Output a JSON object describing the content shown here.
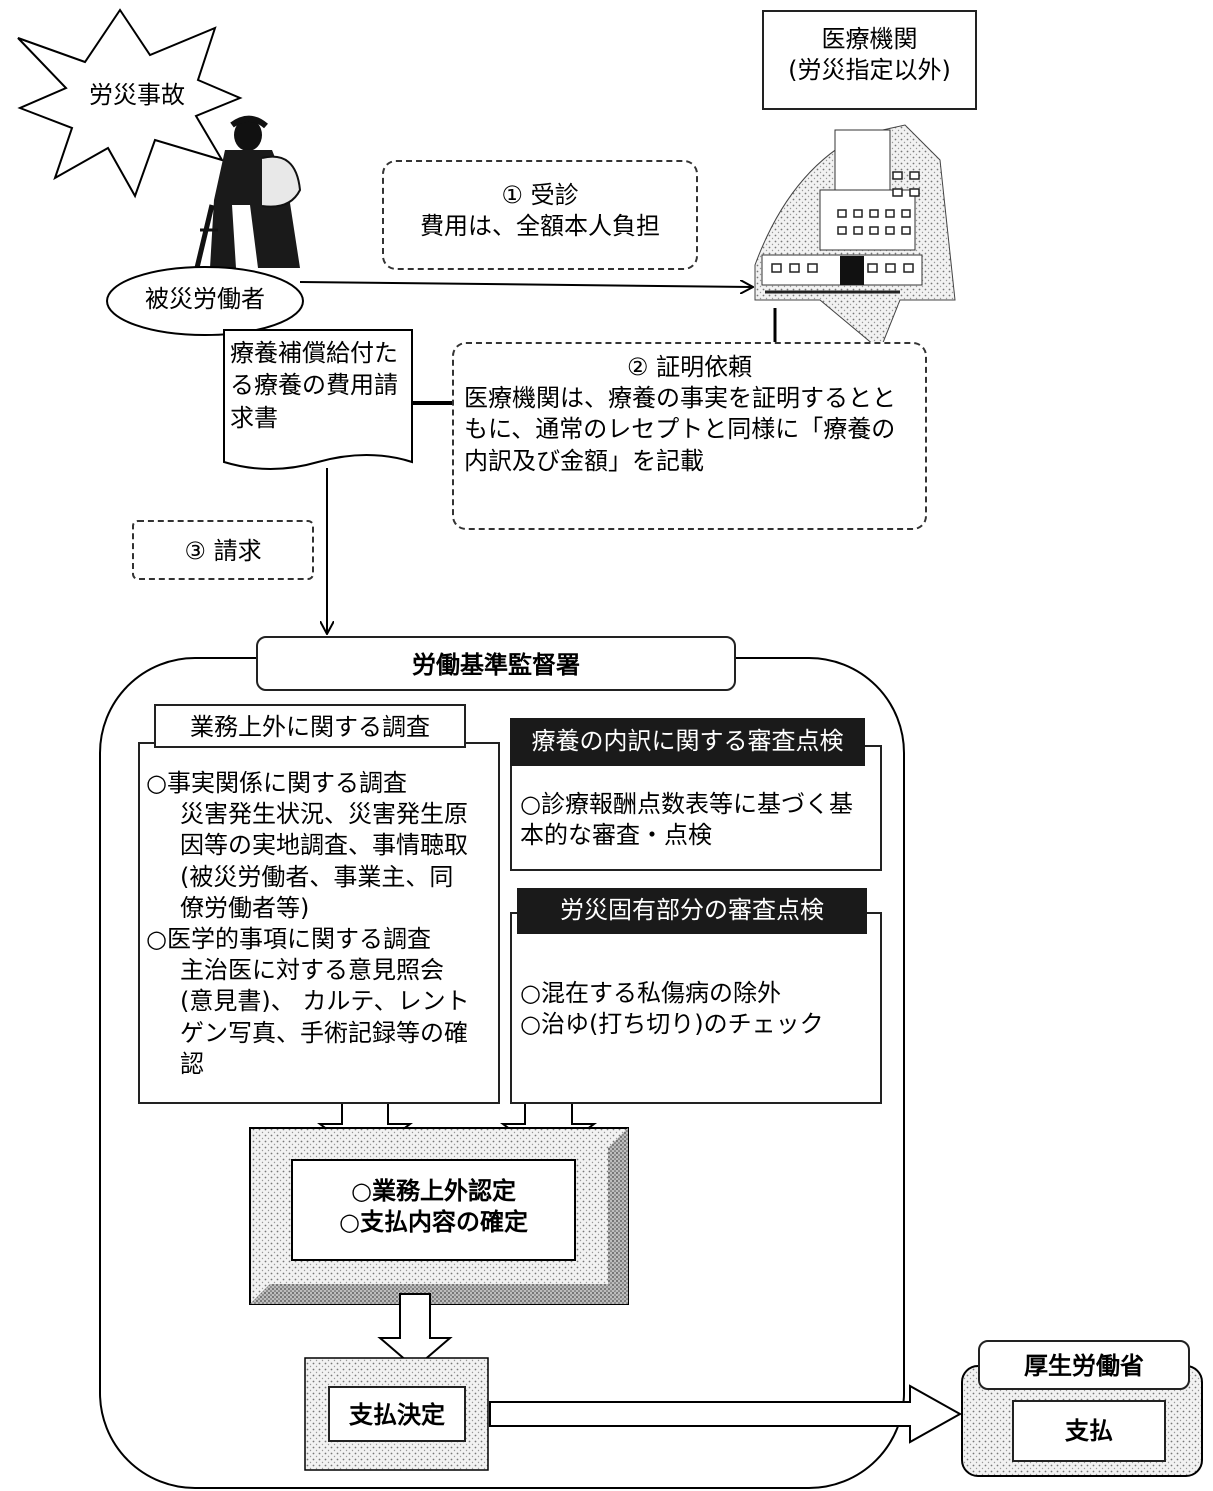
{
  "accident": {
    "label": "労災事故"
  },
  "worker": {
    "label": "被災労働者"
  },
  "hospital": {
    "line1": "医療機関",
    "line2": "(労災指定以外)"
  },
  "step1": {
    "title": "① 受診",
    "text": "費用は、全額本人負担"
  },
  "claim_form": {
    "text": "療養補償給付たる療養の費用請求書"
  },
  "step2": {
    "title": "② 証明依頼",
    "text": "医療機関は、療養の事実を証明するとともに、通常のレセプトと同様に「療養の内訳及び金額」を記載"
  },
  "step3": {
    "title": "③ 請求"
  },
  "office": {
    "title": "労働基準監督署"
  },
  "investigation": {
    "title": "業務上外に関する調査",
    "items": [
      {
        "head": "○事実関係に関する調査",
        "body": "災害発生状況、災害発生原因等の実地調査、事情聴取(被災労働者、事業主、同僚労働者等)"
      },
      {
        "head": "○医学的事項に関する調査",
        "body": "主治医に対する意見照会(意見書)、 カルテ、レントゲン写真、手術記録等の確認"
      }
    ]
  },
  "review1": {
    "title": "療養の内訳に関する審査点検",
    "text": "○診療報酬点数表等に基づく基本的な審査・点検"
  },
  "review2": {
    "title": "労災固有部分の審査点検",
    "items": [
      "○混在する私傷病の除外",
      "○治ゆ(打ち切り)のチェック"
    ]
  },
  "decision": {
    "items": [
      "○業務上外認定",
      "○支払内容の確定"
    ]
  },
  "payment_decision": {
    "label": "支払決定"
  },
  "ministry": {
    "title": "厚生労働省",
    "payment": "支払"
  }
}
